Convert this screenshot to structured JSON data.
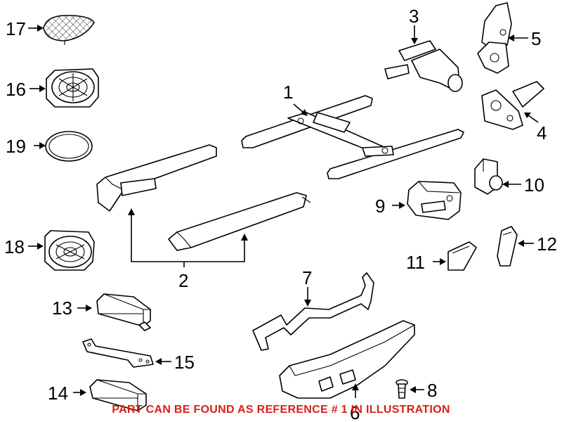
{
  "callouts": {
    "c1": "1",
    "c2": "2",
    "c3": "3",
    "c4": "4",
    "c5": "5",
    "c6": "6",
    "c7": "7",
    "c8": "8",
    "c9": "9",
    "c10": "10",
    "c11": "11",
    "c12": "12",
    "c13": "13",
    "c14": "14",
    "c15": "15",
    "c16": "16",
    "c17": "17",
    "c18": "18",
    "c19": "19"
  },
  "note": "PART CAN BE FOUND AS REFERENCE # 1 IN ILLUSTRATION",
  "colors": {
    "note": "#d91f16",
    "line": "#000000",
    "background": "#ffffff"
  }
}
